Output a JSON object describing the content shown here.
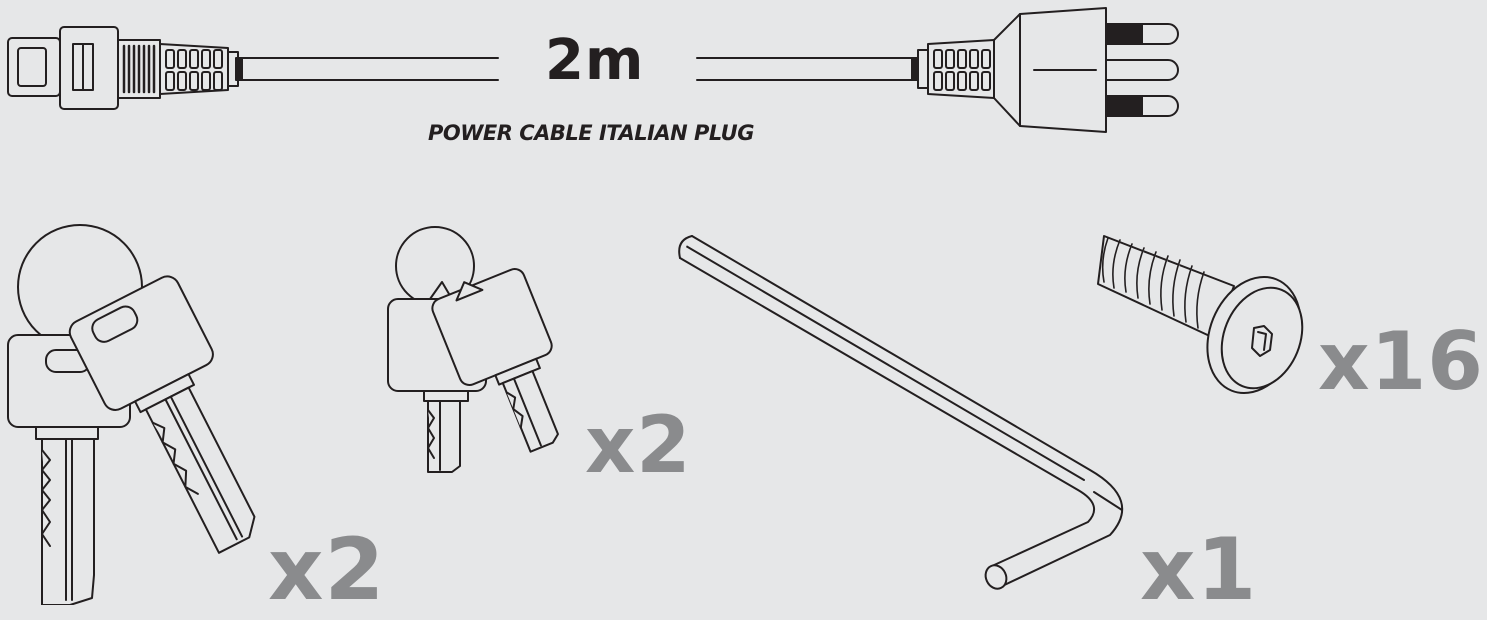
{
  "cable": {
    "length": "2m",
    "caption": "POWER CABLE ITALIAN PLUG"
  },
  "items": {
    "keys_large_qty": "x2",
    "keys_small_qty": "x2",
    "hex_key_qty": "x1",
    "screws_qty": "x16"
  },
  "colors": {
    "background": "#e6e7e8",
    "line": "#231f20",
    "fill": "#e6e7e8",
    "quantity_text": "#8a8b8d"
  }
}
